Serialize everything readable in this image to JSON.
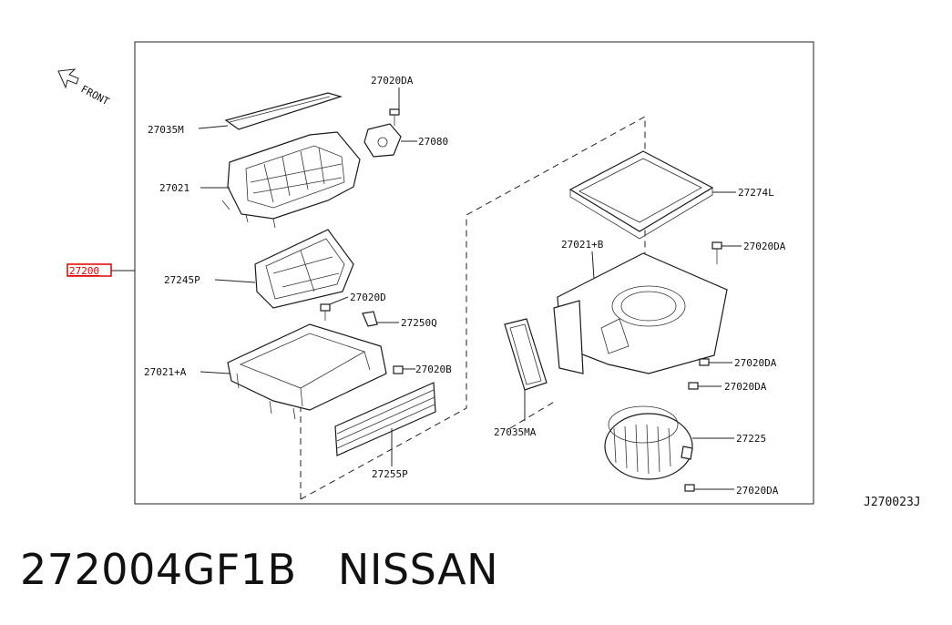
{
  "diagram": {
    "front_label": "FRONT",
    "assembly_label": "27200",
    "parts": {
      "p27020DA_top": "27020DA",
      "p27035M": "27035M",
      "p27080": "27080",
      "p27021": "27021",
      "p27274L": "27274L",
      "p27021B": "27021+B",
      "p27020DA_right": "27020DA",
      "p27245P": "27245P",
      "p27020D": "27020D",
      "p27250Q": "27250Q",
      "p27021A": "27021+A",
      "p27020B": "27020B",
      "p27020DA_mid1": "27020DA",
      "p27020DA_mid2": "27020DA",
      "p27035MA": "27035MA",
      "p27225": "27225",
      "p27255P": "27255P",
      "p27020DA_bottom": "27020DA"
    },
    "figure_code": "J270023J"
  },
  "footer": {
    "part_number": "272004GF1B",
    "brand": "NISSAN"
  },
  "colors": {
    "highlight": "#e00000",
    "line": "#222222"
  }
}
